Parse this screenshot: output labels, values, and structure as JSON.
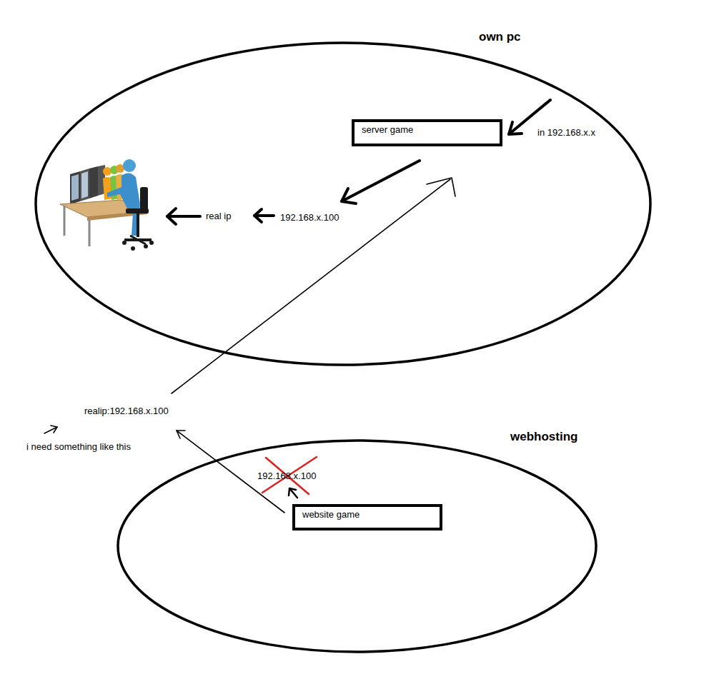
{
  "diagram": {
    "nodes": [
      {
        "text": [
          "own pc"
        ]
      },
      {
        "text": [
          "server game"
        ],
        "in": 0
      },
      {
        "text": [
          "webhosting"
        ]
      },
      {
        "text": [
          "website game"
        ],
        "in": 2
      }
    ],
    "labels": [
      "in 192.168.x.x",
      "real ip",
      "192.168.x.100",
      "realip:192.168.x.100",
      "i need something like this",
      "192.168.x.100"
    ]
  }
}
